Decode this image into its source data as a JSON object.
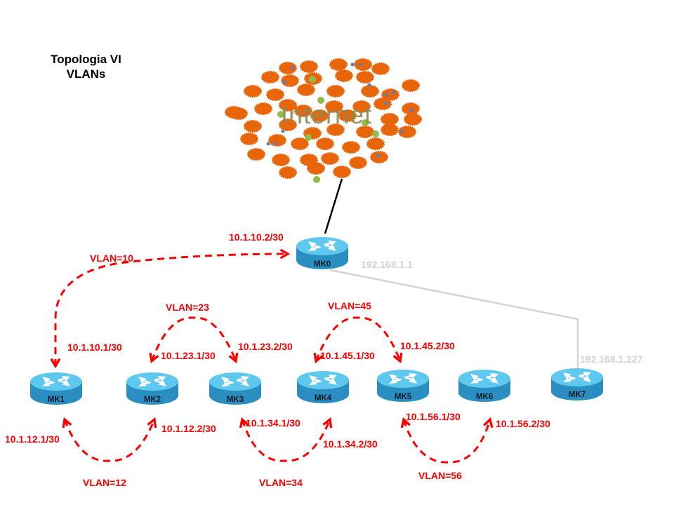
{
  "title": {
    "line1": "Topologia VI",
    "line2": "VLANs"
  },
  "cloud": {
    "label": "Internet",
    "icon": "internet-cloud-icon",
    "colors": {
      "blob": "#e8650a",
      "dot_green": "#8fbc4a",
      "dot_blue": "#5a7fb5",
      "text": "#8a8a55"
    }
  },
  "routers": [
    {
      "id": "MK0",
      "name": "MK0",
      "mgmt_ip": "192.168.1.1"
    },
    {
      "id": "MK1",
      "name": "MK1"
    },
    {
      "id": "MK2",
      "name": "MK2"
    },
    {
      "id": "MK3",
      "name": "MK3"
    },
    {
      "id": "MK4",
      "name": "MK4"
    },
    {
      "id": "MK5",
      "name": "MK5"
    },
    {
      "id": "MK6",
      "name": "MK6"
    },
    {
      "id": "MK7",
      "name": "MK7",
      "mgmt_ip": "192.168.1.227"
    }
  ],
  "vlans": [
    {
      "label": "VLAN=10",
      "a": "MK1",
      "a_ip": "10.1.10.1/30",
      "b": "MK0",
      "b_ip": "10.1.10.2/30"
    },
    {
      "label": "VLAN=12",
      "a": "MK1",
      "a_ip": "10.1.12.1/30",
      "b": "MK2",
      "b_ip": "10.1.12.2/30"
    },
    {
      "label": "VLAN=23",
      "a": "MK2",
      "a_ip": "10.1.23.1/30",
      "b": "MK3",
      "b_ip": "10.1.23.2/30"
    },
    {
      "label": "VLAN=34",
      "a": "MK3",
      "a_ip": "10.1.34.1/30",
      "b": "MK4",
      "b_ip": "10.1.34.2/30"
    },
    {
      "label": "VLAN=45",
      "a": "MK4",
      "a_ip": "10.1.45.1/30",
      "b": "MK5",
      "b_ip": "10.1.45.2/30"
    },
    {
      "label": "VLAN=56",
      "a": "MK5",
      "a_ip": "10.1.56.1/30",
      "b": "MK6",
      "b_ip": "10.1.56.2/30"
    }
  ],
  "links": [
    {
      "from": "Internet",
      "to": "MK0",
      "style": "solid-black"
    },
    {
      "from": "MK0",
      "to": "MK7",
      "style": "solid-gray"
    }
  ],
  "colors": {
    "vlan_line": "#ff0000",
    "mgmt_text": "#d3d3d3",
    "router_top": "#5ec8ef",
    "router_side": "#2a8fc0"
  }
}
